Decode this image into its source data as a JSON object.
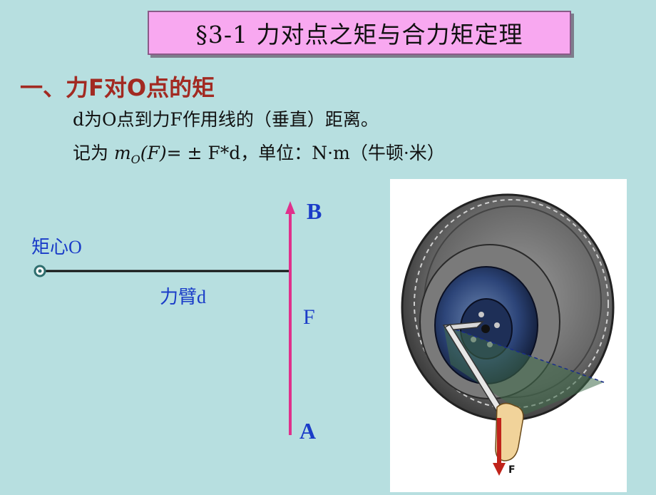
{
  "title": "§3-1 力对点之矩与合力矩定理",
  "heading": "一、力F对O点的矩",
  "body": {
    "line1": "d为O点到力F作用线的（垂直）距离。",
    "line2_prefix": "记为 ",
    "math_m": "m",
    "math_sub": "O",
    "math_arg": "(F)",
    "line2_suffix": "= ± F*d，单位：N·m（牛顿·米）"
  },
  "diagram": {
    "moment_center_label": "矩心O",
    "arm_label": "力臂d",
    "force_label": "F",
    "point_b": "B",
    "point_a": "A"
  },
  "photo": {
    "force_label": "F"
  },
  "colors": {
    "background": "#b7dfe0",
    "title_box": "#f8a8f0",
    "heading": "#a22a22",
    "label_blue": "#1a3cc8",
    "force_arrow": "#e0308c"
  }
}
